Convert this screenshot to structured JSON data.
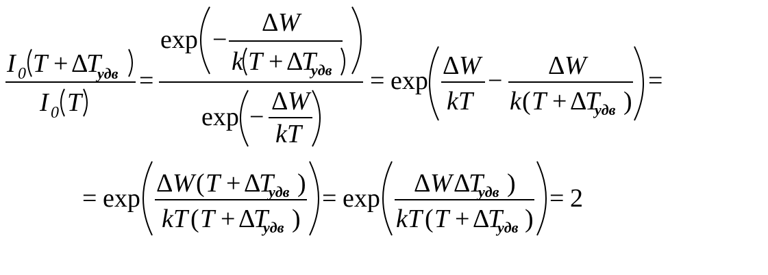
{
  "tokens": {
    "I": "I",
    "zero": "0",
    "T": "T",
    "plus": "+",
    "delta": "Δ",
    "sub": "удв",
    "eq": "=",
    "minus": "−",
    "exp": "exp",
    "W": "W",
    "k": "k",
    "kT": "kT",
    "lp": "(",
    "rp": ")",
    "two": "2"
  },
  "colors": {
    "text": "#000000",
    "background": "#ffffff"
  }
}
